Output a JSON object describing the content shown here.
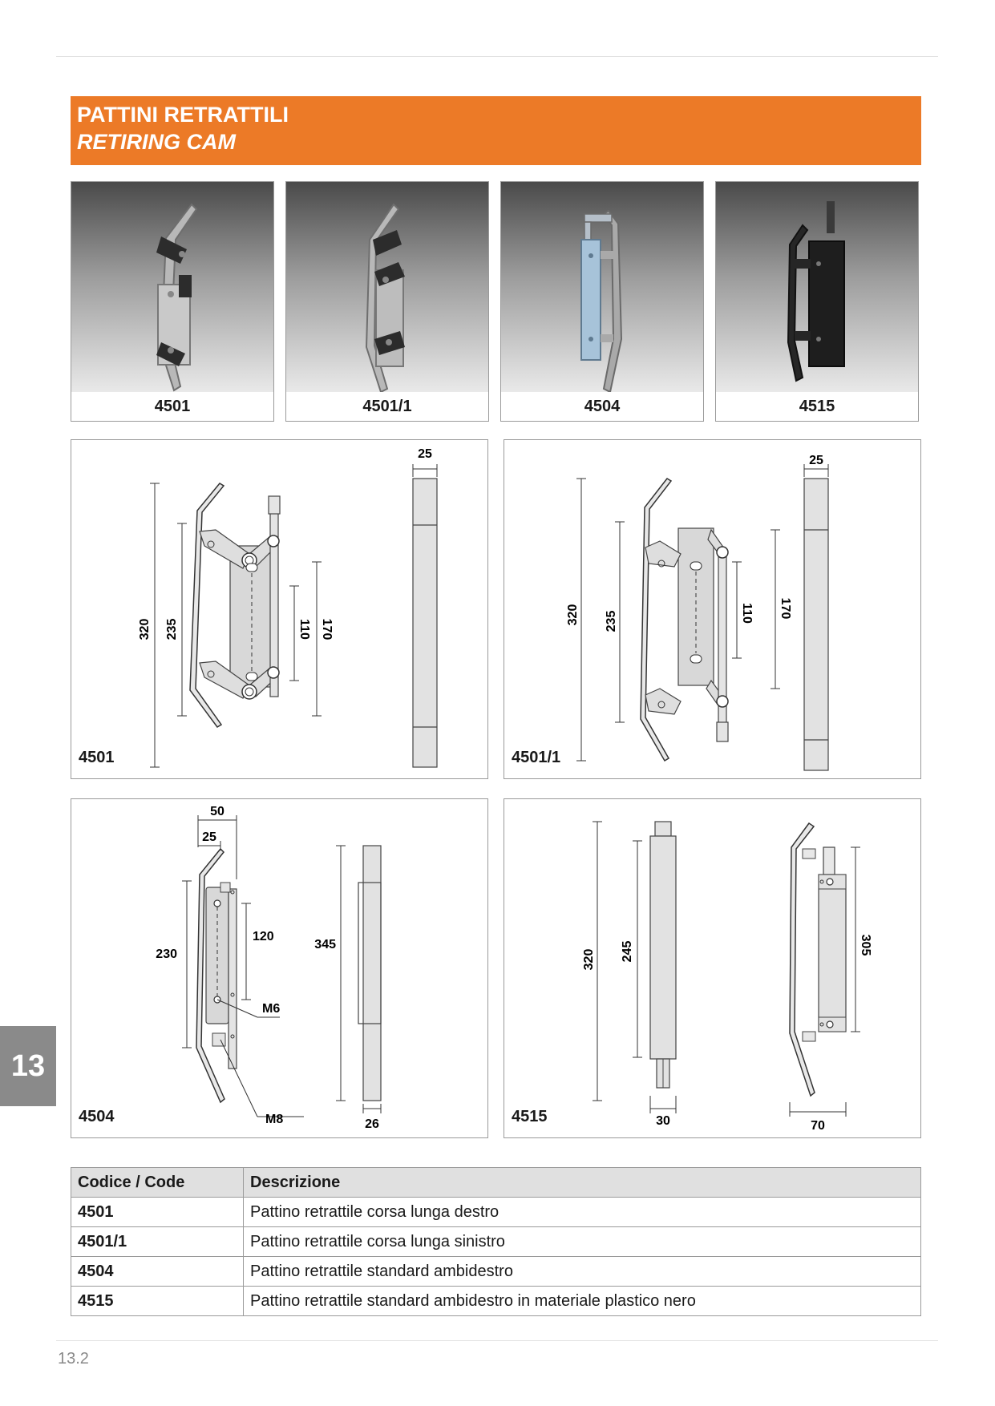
{
  "header": {
    "title_it": "PATTINI RETRATTILI",
    "title_en": "RETIRING CAM",
    "accent_color": "#ec7a27"
  },
  "photos": [
    {
      "code": "4501"
    },
    {
      "code": "4501/1"
    },
    {
      "code": "4504"
    },
    {
      "code": "4515"
    }
  ],
  "drawings": {
    "d4501": {
      "code": "4501",
      "dims": [
        "25",
        "320",
        "235",
        "110",
        "170"
      ]
    },
    "d4501_1": {
      "code": "4501/1",
      "dims": [
        "25",
        "320",
        "235",
        "110",
        "170"
      ]
    },
    "d4504": {
      "code": "4504",
      "dims": [
        "50",
        "25",
        "230",
        "120",
        "345",
        "M6",
        "M8",
        "26"
      ]
    },
    "d4515": {
      "code": "4515",
      "dims": [
        "320",
        "245",
        "30",
        "305",
        "70"
      ]
    }
  },
  "side_tab": "13",
  "table": {
    "headers": [
      "Codice / Code",
      "Descrizione"
    ],
    "rows": [
      {
        "code": "4501",
        "desc": "Pattino retrattile corsa lunga destro"
      },
      {
        "code": "4501/1",
        "desc": "Pattino retrattile corsa lunga sinistro"
      },
      {
        "code": "4504",
        "desc": "Pattino retrattile standard ambidestro"
      },
      {
        "code": "4515",
        "desc": "Pattino retrattile standard ambidestro in materiale plastico nero"
      }
    ]
  },
  "footer": {
    "page_number": "13.2"
  }
}
